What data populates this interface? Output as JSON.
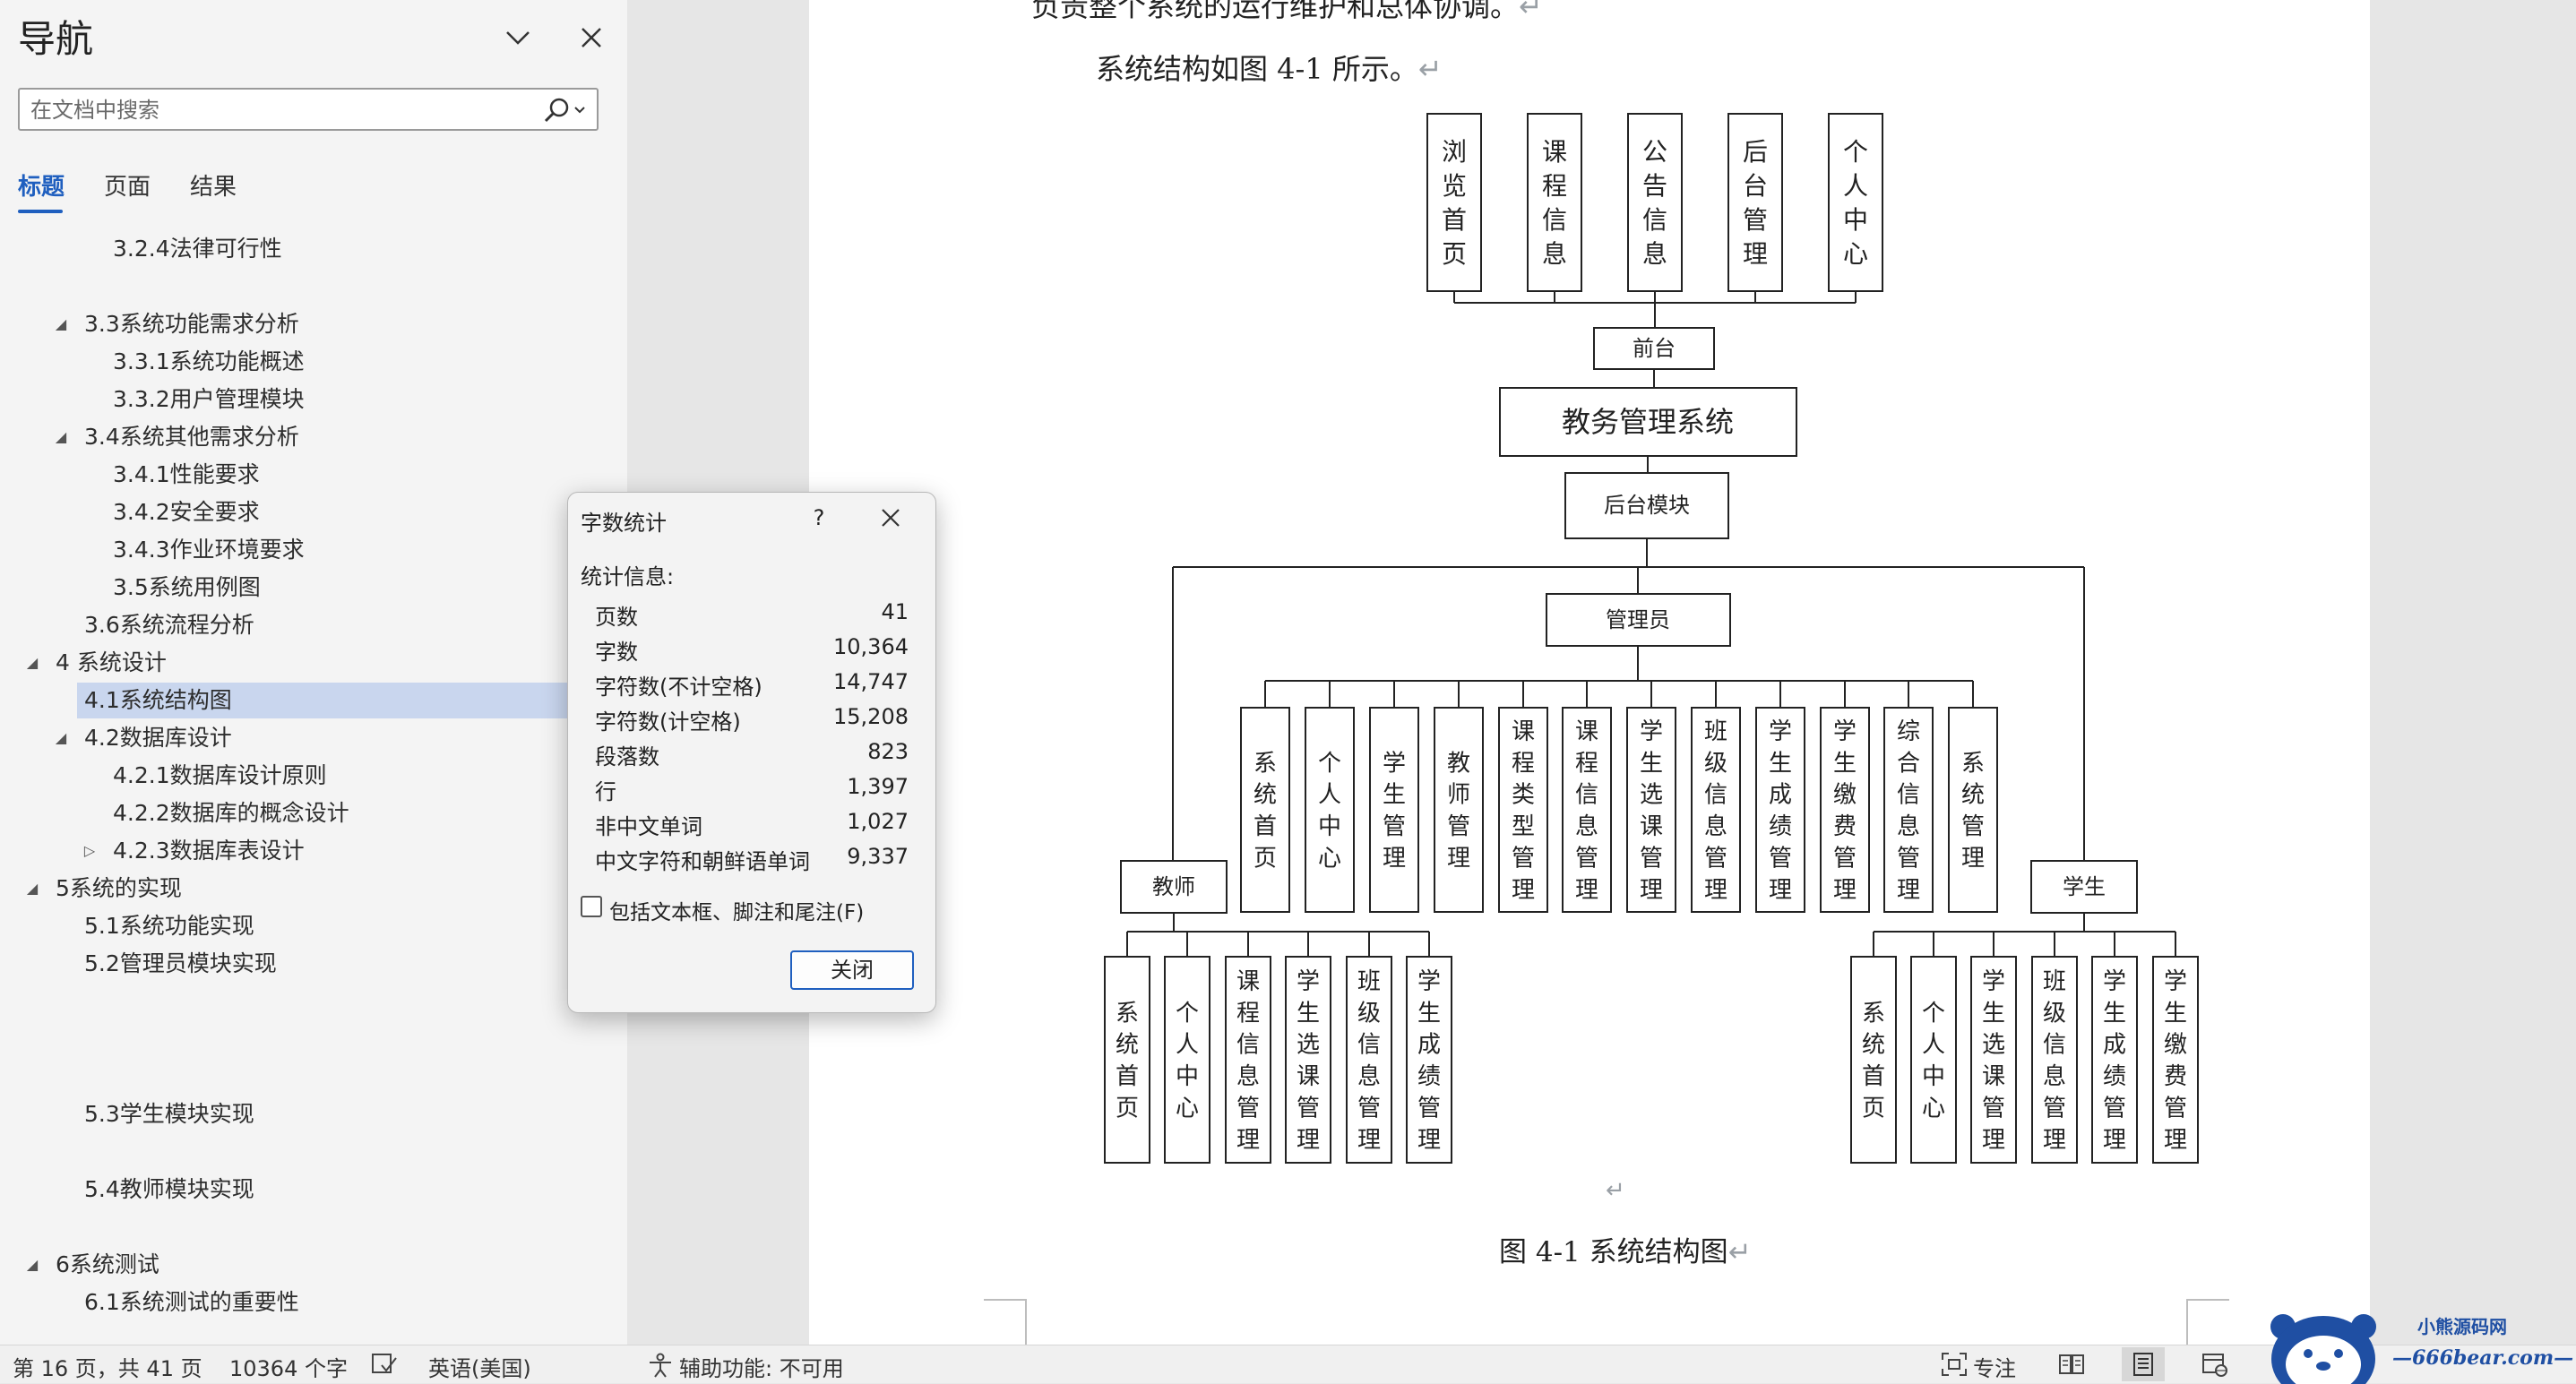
{
  "nav": {
    "title": "导航",
    "search_placeholder": "在文档中搜索",
    "tabs": [
      {
        "label": "标题"
      },
      {
        "label": "页面"
      },
      {
        "label": "结果"
      }
    ],
    "headings": [
      {
        "label": "3.2.4法律可行性"
      },
      {
        "label": "3.3系统功能需求分析"
      },
      {
        "label": "3.3.1系统功能概述"
      },
      {
        "label": "3.3.2用户管理模块"
      },
      {
        "label": "3.4系统其他需求分析"
      },
      {
        "label": "3.4.1性能要求"
      },
      {
        "label": "3.4.2安全要求"
      },
      {
        "label": "3.4.3作业环境要求"
      },
      {
        "label": "3.5系统用例图"
      },
      {
        "label": "3.6系统流程分析"
      },
      {
        "label": "4 系统设计"
      },
      {
        "label": "4.1系统结构图"
      },
      {
        "label": "4.2数据库设计"
      },
      {
        "label": "4.2.1数据库设计原则"
      },
      {
        "label": "4.2.2数据库的概念设计"
      },
      {
        "label": "4.2.3数据库表设计"
      },
      {
        "label": "5系统的实现"
      },
      {
        "label": "5.1系统功能实现"
      },
      {
        "label": "5.2管理员模块实现"
      },
      {
        "label": "5.3学生模块实现"
      },
      {
        "label": "5.4教师模块实现"
      },
      {
        "label": "6系统测试"
      },
      {
        "label": "6.1系统测试的重要性"
      }
    ]
  },
  "document": {
    "line1": "负责整个系统的运行维护和总体协调。",
    "line2": "系统结构如图 4-1 所示。",
    "caption": "图 4-1 系统结构图",
    "paragraph_mark": "↵",
    "diagram": {
      "front_items": [
        "浏览首页",
        "课程信息",
        "公告信息",
        "后台管理",
        "个人中心"
      ],
      "front": "前台",
      "root": "教务管理系统",
      "backend": "后台模块",
      "admin": "管理员",
      "admin_items": [
        "系统首页",
        "个人中心",
        "学生管理",
        "教师管理",
        "课程类型管理",
        "课程信息管理",
        "学生选课管理",
        "班级信息管理",
        "学生成绩管理",
        "学生缴费管理",
        "综合信息管理",
        "系统管理"
      ],
      "teacher": "教师",
      "teacher_items": [
        "系统首页",
        "个人中心",
        "课程信息管理",
        "学生选课管理",
        "班级信息管理",
        "学生成绩管理"
      ],
      "student": "学生",
      "student_items": [
        "系统首页",
        "个人中心",
        "学生选课管理",
        "班级信息管理",
        "学生成绩管理",
        "学生缴费管理"
      ]
    }
  },
  "dialog": {
    "title": "字数统计",
    "help": "?",
    "stats_header": "统计信息:",
    "rows": [
      {
        "label": "页数",
        "value": "41"
      },
      {
        "label": "字数",
        "value": "10,364"
      },
      {
        "label": "字符数(不计空格)",
        "value": "14,747"
      },
      {
        "label": "字符数(计空格)",
        "value": "15,208"
      },
      {
        "label": "段落数",
        "value": "823"
      },
      {
        "label": "行",
        "value": "1,397"
      },
      {
        "label": "非中文单词",
        "value": "1,027"
      },
      {
        "label": "中文字符和朝鲜语单词",
        "value": "9,337"
      }
    ],
    "checkbox_label": "包括文本框、脚注和尾注(F)",
    "checkbox_checked": false,
    "close_label": "关闭"
  },
  "status": {
    "page": "第 16 页，共 41 页",
    "words": "10364 个字",
    "language": "英语(美国)",
    "accessibility": "辅助功能: 不可用",
    "focus": "专注"
  },
  "watermark": {
    "brand": "小熊源码网",
    "url": "—666bear.com—"
  },
  "colors": {
    "accent": "#1f5fbf",
    "selected_heading": "#c9d6ee",
    "nav_bg": "#f4f4f4",
    "canvas_bg": "#e6e6e6"
  }
}
